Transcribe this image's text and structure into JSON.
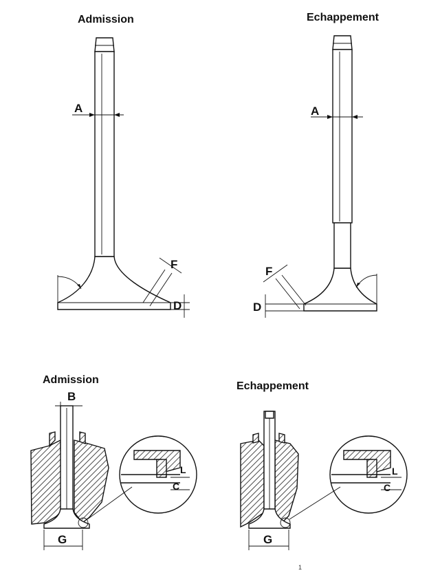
{
  "top": {
    "intake_title": "Admission",
    "exhaust_title": "Echappement",
    "intake_labels": {
      "stem": "A",
      "face": "F",
      "margin": "D"
    },
    "exhaust_labels": {
      "stem": "A",
      "face": "F",
      "margin": "D"
    }
  },
  "bottom": {
    "intake_title": "Admission",
    "exhaust_title": "Echappement",
    "intake_labels": {
      "protrusion": "B",
      "seat": "G",
      "width": "C",
      "length": "L"
    },
    "exhaust_labels": {
      "seat": "G",
      "width": "C",
      "length": "L"
    }
  },
  "page_number": "1",
  "colors": {
    "line": "#111111",
    "background": "#ffffff"
  }
}
